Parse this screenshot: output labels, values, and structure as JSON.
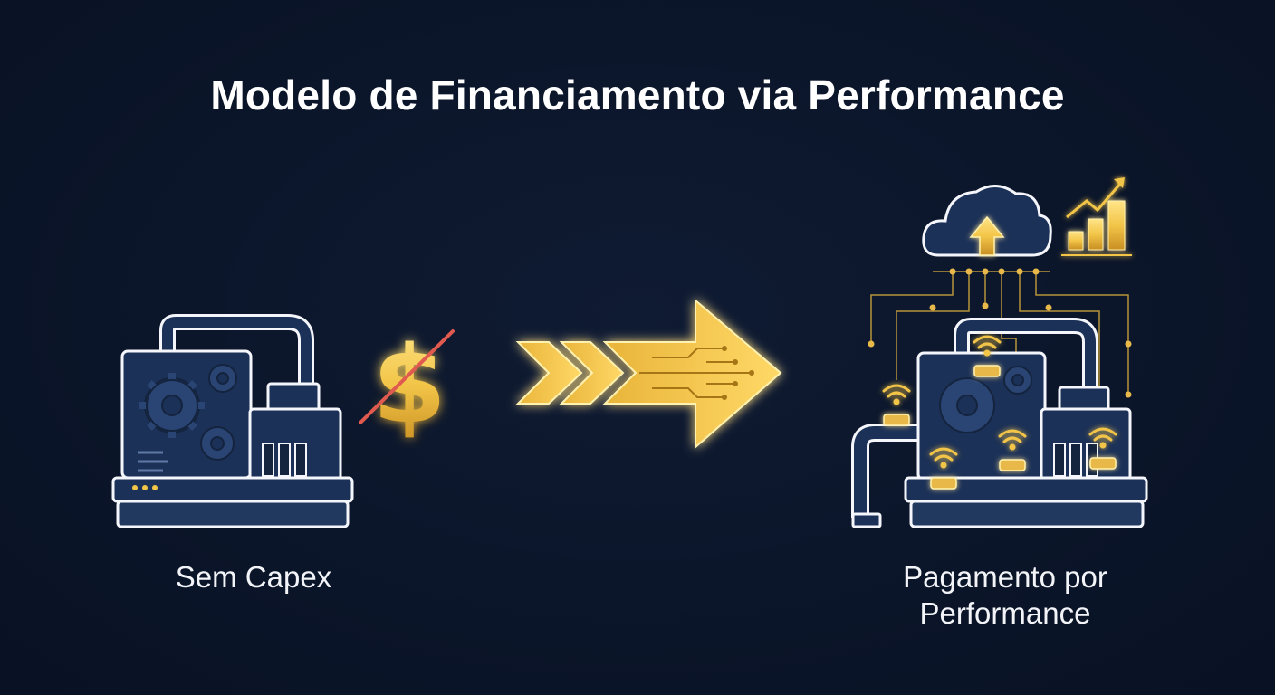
{
  "title": "Modelo de Financiamento via Performance",
  "left": {
    "label": "Sem Capex"
  },
  "right": {
    "label_line1": "Pagamento por",
    "label_line2": "Performance"
  },
  "colors": {
    "background": "#0b1529",
    "machine_fill": "#1c3157",
    "machine_stroke": "#f4f6fb",
    "gold": "#f2c548",
    "gold_dark": "#c99a2a",
    "strike": "#e05a4f"
  },
  "icons": [
    "machine-icon",
    "dollar-icon",
    "strike-icon",
    "chevron-icon",
    "circuit-arrow-icon",
    "cloud-upload-icon",
    "growth-chart-icon",
    "wifi-sensor-icon"
  ]
}
